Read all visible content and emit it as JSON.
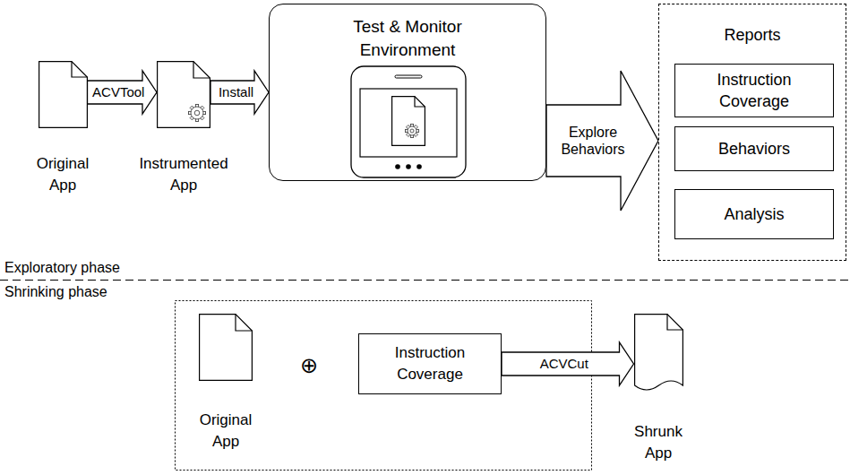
{
  "diagram": {
    "nodes": [
      {
        "text": [
          "Original App"
        ]
      },
      {
        "text": [
          "Instrumented App"
        ]
      },
      {
        "text": [
          "Test & Monitor Environment"
        ]
      },
      {
        "text": [
          "Reports"
        ]
      },
      {
        "text": [
          "Instruction Coverage"
        ],
        "in": 3
      },
      {
        "text": [
          "Behaviors"
        ],
        "in": 3
      },
      {
        "text": [
          "Analysis"
        ],
        "in": 3
      },
      {
        "text": [
          "Original App"
        ]
      },
      {
        "text": [
          "Instruction Coverage"
        ]
      },
      {
        "text": [
          "Shrunk App"
        ]
      }
    ],
    "edges": [
      {
        "from": 0,
        "to": 1,
        "arrow": "to",
        "label": "ACVTool"
      },
      {
        "from": 1,
        "to": 2,
        "arrow": "to",
        "label": "Install"
      },
      {
        "from": 2,
        "to": 3,
        "arrow": "to",
        "label": "Explore Behaviors"
      },
      {
        "from": 8,
        "to": 9,
        "arrow": "to",
        "label": "ACVCut"
      }
    ],
    "labels": [
      "Exploratory phase",
      "Shrinking phase",
      "⊕"
    ]
  }
}
